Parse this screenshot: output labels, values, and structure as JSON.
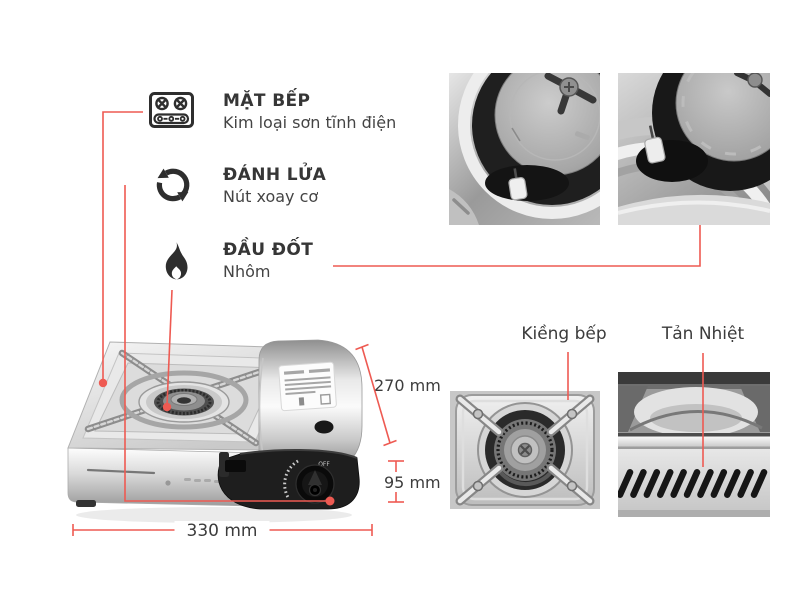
{
  "colors": {
    "accent": "#ee5a52",
    "icon_dark": "#2e2e2e",
    "text_dark": "#363636"
  },
  "features": [
    {
      "icon": "cooktop-icon",
      "title": "MẶT BẾP",
      "subtitle": "Kim loại sơn tĩnh điện"
    },
    {
      "icon": "ignition-rotate-icon",
      "title": "ĐÁNH LỬA",
      "subtitle": "Nút xoay cơ"
    },
    {
      "icon": "flame-icon",
      "title": "ĐẦU ĐỐT",
      "subtitle": "Nhôm"
    }
  ],
  "dimensions": {
    "depth": "270 mm",
    "height": "95 mm",
    "width": "330 mm"
  },
  "callouts": {
    "trivet": "Kiềng bếp",
    "heat_dissipation": "Tản Nhiệt"
  },
  "stove": {
    "knob_label": "OFF"
  }
}
